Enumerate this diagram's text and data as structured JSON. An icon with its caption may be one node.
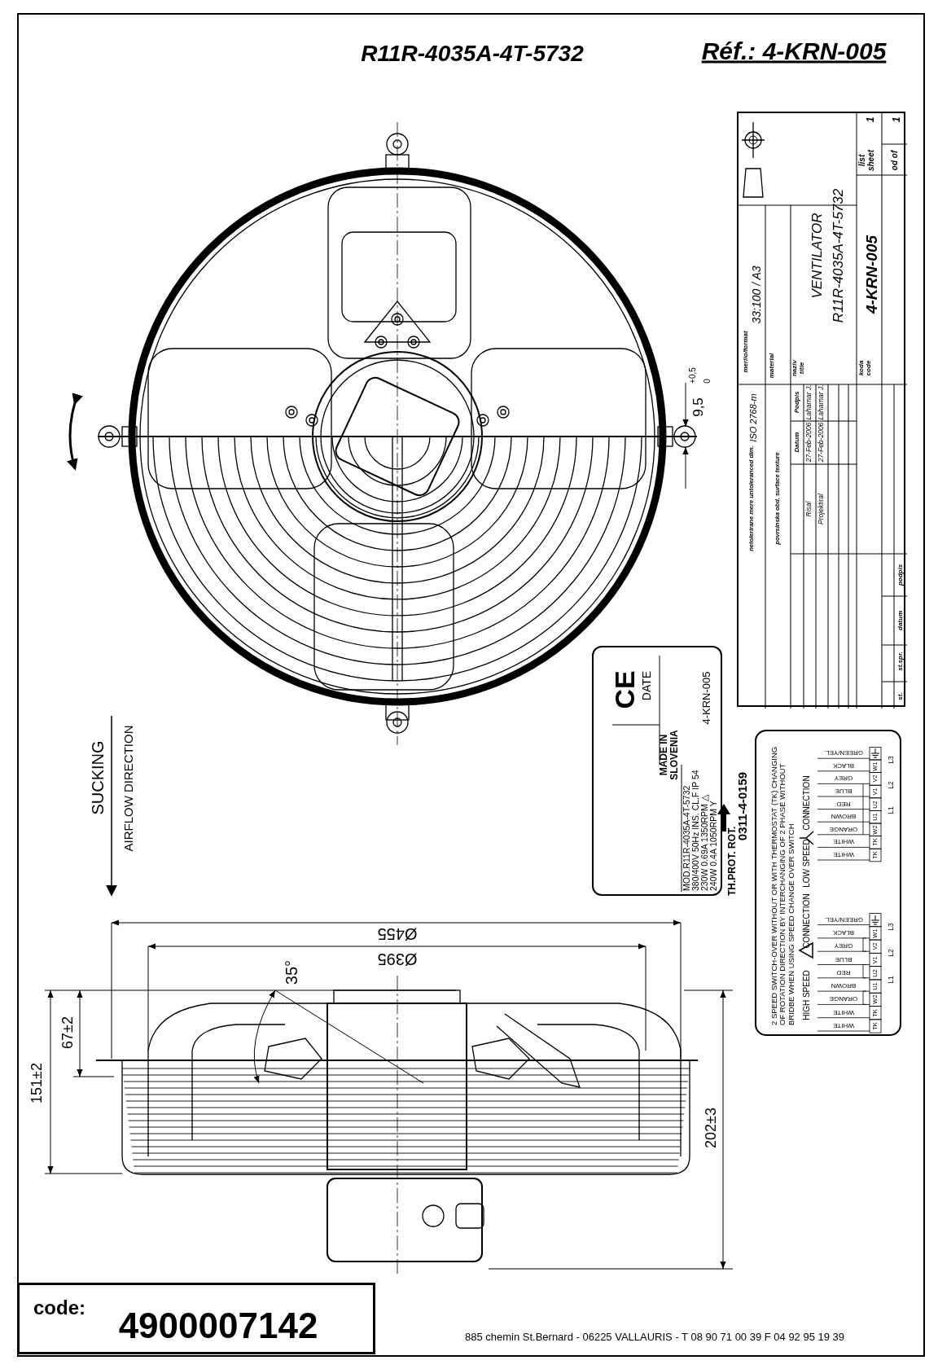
{
  "diagram": {
    "nodes": [
      {
        "text": [
          "MADE IN SLOVENIA",
          "CE",
          "DATE",
          "MOD.R11R-4035A-4T-5732",
          "380/400V 50Hz INS. CL.F IP 54",
          "230W 0.69A 1350RPM △",
          "240W 0.4A 1050RPM Y",
          "TH.PROT.",
          "ROT.",
          "4-KRN-005"
        ]
      },
      {
        "text": [
          "2 SPEED SWITCH-OVER WITHOUT OR WITH THERMOSTAT (TK) CHANGING OF ROTATION DIRECTION BY INTERCHANGING OF 2 PHASE WITHOUT BRIDBE WHEN USING SPEED CHANGE OVER SWITCH",
          "HIGH SPEED",
          "CONNECTION",
          "WHITE",
          "WHITE",
          "ORANGE",
          "BROWN",
          "RED",
          "BLUE",
          "GREY",
          "BLACK",
          "GREEN/YEL.",
          "TK",
          "TK",
          "W2",
          "U1",
          "U2",
          "V1",
          "V2",
          "W1",
          "L1",
          "L2",
          "L3",
          "LOW SPEED",
          "CONNECTION",
          "WHITE",
          "WHITE",
          "ORANGE",
          "BROWN",
          "RED",
          "BLUE",
          "GREY",
          "BLACK",
          "GREEN/YEL.",
          "TK",
          "TK",
          "W2",
          "U1",
          "U2",
          "V1",
          "V2",
          "W1",
          "L1",
          "L2",
          "L3"
        ]
      },
      {
        "text": [
          "merilo/format",
          "33:100 / A3",
          "material",
          "naziv title",
          "VENTILATOR",
          "R11R-4035A-4T-5732",
          "koda code",
          "4-KRN-005",
          "list sheet",
          "1",
          "od of",
          "1",
          "netolerirane mere untoleranced dim.",
          "ISO 2768-m",
          "povrsinska obd. surface texture",
          "Datum",
          "Podpis",
          "Risal",
          "27-Feb-2006",
          "Laharnar J.",
          "Projektiral",
          "27-Feb-2006",
          "Laharnar J.",
          "st.",
          "st.spr.",
          "datum",
          "podpis"
        ]
      },
      {
        "text": [
          "code:",
          "4900007142"
        ]
      }
    ],
    "labels": [
      "R11R-4035A-4T-5732",
      "Réf.: 4-KRN-005",
      "SUCKING",
      "AIRFLOW DIRECTION",
      "9,5",
      "+0,5",
      "0",
      "Ø455",
      "Ø395",
      "35°",
      "67±2",
      "151±2",
      "202±3",
      "0311-4-0159",
      "885 chemin St.Bernard  -  06225 VALLAURIS  -  T 08 90 71 00 39   F 04 92 95 19 39"
    ]
  }
}
